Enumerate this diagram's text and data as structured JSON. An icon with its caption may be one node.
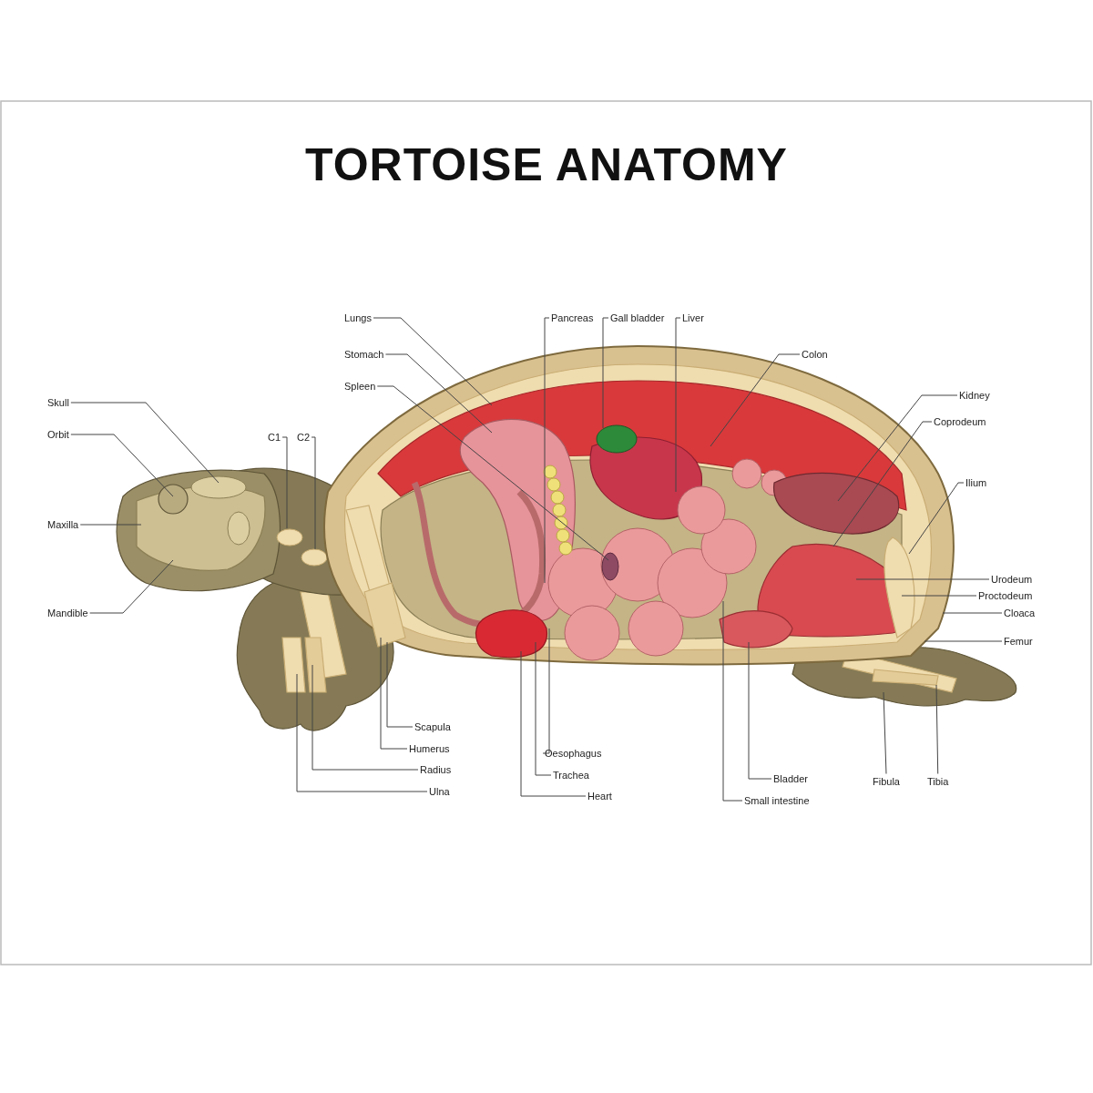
{
  "diagram": {
    "title": "TORTOISE ANATOMY",
    "nodes": [
      {
        "text": [
          "Lungs"
        ]
      },
      {
        "text": [
          "Stomach"
        ]
      },
      {
        "text": [
          "Spleen"
        ]
      },
      {
        "text": [
          "Skull"
        ]
      },
      {
        "text": [
          "Orbit"
        ]
      },
      {
        "text": [
          "C1"
        ]
      },
      {
        "text": [
          "C2"
        ]
      },
      {
        "text": [
          "Maxilla"
        ]
      },
      {
        "text": [
          "Mandible"
        ]
      },
      {
        "text": [
          "Pancreas"
        ]
      },
      {
        "text": [
          "Gall bladder"
        ]
      },
      {
        "text": [
          "Liver"
        ]
      },
      {
        "text": [
          "Colon"
        ]
      },
      {
        "text": [
          "Kidney"
        ]
      },
      {
        "text": [
          "Coprodeum"
        ]
      },
      {
        "text": [
          "Ilium"
        ]
      },
      {
        "text": [
          "Urodeum"
        ]
      },
      {
        "text": [
          "Proctodeum"
        ]
      },
      {
        "text": [
          "Cloaca"
        ]
      },
      {
        "text": [
          "Femur"
        ]
      },
      {
        "text": [
          "Scapula"
        ]
      },
      {
        "text": [
          "Humerus"
        ]
      },
      {
        "text": [
          "Radius"
        ]
      },
      {
        "text": [
          "Ulna"
        ]
      },
      {
        "text": [
          "Oesophagus"
        ]
      },
      {
        "text": [
          "Trachea"
        ]
      },
      {
        "text": [
          "Heart"
        ]
      },
      {
        "text": [
          "Bladder"
        ]
      },
      {
        "text": [
          "Small intestine"
        ]
      },
      {
        "text": [
          "Fibula"
        ]
      },
      {
        "text": [
          "Tibia"
        ]
      }
    ],
    "edges": [
      {
        "from": 0,
        "to": null,
        "arrow": "none"
      },
      {
        "from": 1,
        "to": null,
        "arrow": "none"
      },
      {
        "from": 2,
        "to": null,
        "arrow": "none"
      },
      {
        "from": 3,
        "to": null,
        "arrow": "none"
      },
      {
        "from": 4,
        "to": null,
        "arrow": "none"
      },
      {
        "from": 5,
        "to": null,
        "arrow": "none"
      },
      {
        "from": 6,
        "to": null,
        "arrow": "none"
      },
      {
        "from": 7,
        "to": null,
        "arrow": "none"
      },
      {
        "from": 8,
        "to": null,
        "arrow": "none"
      },
      {
        "from": 9,
        "to": null,
        "arrow": "none"
      },
      {
        "from": 10,
        "to": null,
        "arrow": "none"
      },
      {
        "from": 11,
        "to": null,
        "arrow": "none"
      },
      {
        "from": 12,
        "to": null,
        "arrow": "none"
      },
      {
        "from": 13,
        "to": null,
        "arrow": "none"
      },
      {
        "from": 14,
        "to": null,
        "arrow": "none"
      },
      {
        "from": 15,
        "to": null,
        "arrow": "none"
      },
      {
        "from": 16,
        "to": null,
        "arrow": "none"
      },
      {
        "from": 17,
        "to": null,
        "arrow": "none"
      },
      {
        "from": 18,
        "to": null,
        "arrow": "none"
      },
      {
        "from": 19,
        "to": null,
        "arrow": "none"
      },
      {
        "from": 20,
        "to": null,
        "arrow": "none"
      },
      {
        "from": 21,
        "to": null,
        "arrow": "none"
      },
      {
        "from": 22,
        "to": null,
        "arrow": "none"
      },
      {
        "from": 23,
        "to": null,
        "arrow": "none"
      },
      {
        "from": 24,
        "to": null,
        "arrow": "none"
      },
      {
        "from": 25,
        "to": null,
        "arrow": "none"
      },
      {
        "from": 26,
        "to": null,
        "arrow": "none"
      },
      {
        "from": 27,
        "to": null,
        "arrow": "none"
      },
      {
        "from": 28,
        "to": null,
        "arrow": "none"
      },
      {
        "from": 29,
        "to": null,
        "arrow": "none"
      },
      {
        "from": 30,
        "to": null,
        "arrow": "none"
      }
    ]
  }
}
